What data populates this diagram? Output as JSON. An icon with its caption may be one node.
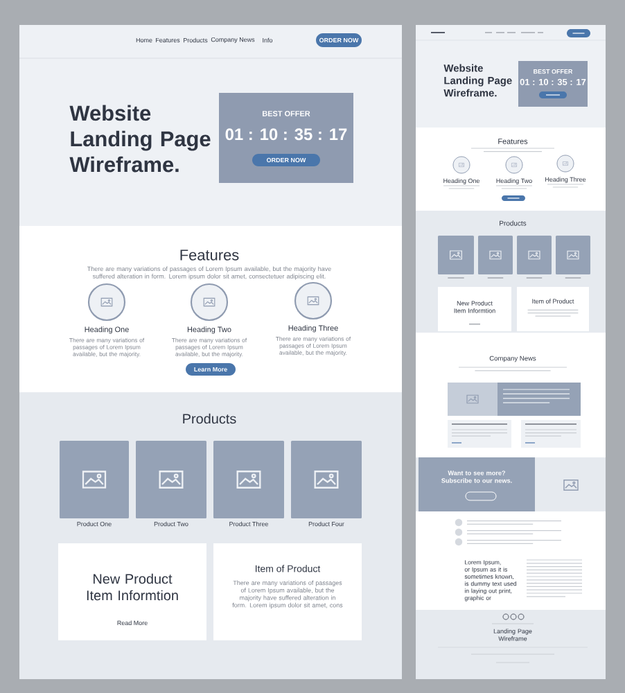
{
  "diagram": {
    "nodes": [
      {
        "text": [
          "ORDER NOW"
        ]
      },
      {
        "text": [
          "BEST OFFER",
          "01 : 10 : 35 : 17"
        ]
      },
      {
        "text": [
          "ORDER NOW"
        ],
        "in": 1
      },
      {
        "text": [],
        "shape": "circle",
        "beside": [
          "Heading One",
          "There are many variations of passages of Lorem Ipsum available, but the majority."
        ]
      },
      {
        "text": [],
        "shape": "circle",
        "beside": [
          "Heading Two",
          "There are many variations of passages of Lorem Ipsum available, but the majority."
        ]
      },
      {
        "text": [],
        "shape": "circle",
        "beside": [
          "Heading Three",
          "There are many variations of passages of Lorem Ipsum available, but the majority."
        ]
      },
      {
        "text": [
          "Learn More"
        ]
      },
      {
        "text": [],
        "shape": "picture",
        "beside": [
          "Product One"
        ]
      },
      {
        "text": [],
        "shape": "picture",
        "beside": [
          "Product Two"
        ]
      },
      {
        "text": [],
        "shape": "picture",
        "beside": [
          "Product Three"
        ]
      },
      {
        "text": [],
        "shape": "picture",
        "beside": [
          "Product Four"
        ]
      },
      {
        "text": [
          "New Product Item Informtion",
          "Read More"
        ]
      },
      {
        "text": [
          "Item of Product",
          "There are many variations of passages of Lorem Ipsum available, but the majority have suffered alteration in form. Lorem ipsum dolor sit amet, cons"
        ]
      },
      {
        "text": [],
        "shape": "box"
      },
      {
        "text": [
          "BEST OFFER",
          "01 : 10 : 35 : 17"
        ]
      },
      {
        "text": [],
        "shape": "box",
        "in": 14
      },
      {
        "text": [],
        "shape": "circle",
        "beside": [
          "Heading One"
        ]
      },
      {
        "text": [],
        "shape": "circle",
        "beside": [
          "Heading Two"
        ]
      },
      {
        "text": [],
        "shape": "circle",
        "beside": [
          "Heading Three"
        ]
      },
      {
        "text": [],
        "shape": "box"
      },
      {
        "text": [],
        "shape": "picture"
      },
      {
        "text": [],
        "shape": "picture"
      },
      {
        "text": [],
        "shape": "picture"
      },
      {
        "text": [],
        "shape": "picture"
      },
      {
        "text": [
          "New Product Item Informtion"
        ]
      },
      {
        "text": [
          "Item of Product"
        ]
      },
      {
        "text": [],
        "shape": "box"
      },
      {
        "text": [],
        "shape": "box"
      },
      {
        "text": [],
        "shape": "box"
      },
      {
        "text": [
          "Want to see more? Subscribe to our news."
        ]
      },
      {
        "text": [],
        "shape": "box",
        "in": 29
      }
    ],
    "labels": [
      "Home",
      "Features",
      "Products",
      "Company News",
      "Info",
      "Website Landing Page Wireframe.",
      "Features",
      "There are many variations of passages of Lorem Ipsum available, but the majority have suffered alteration in form. Lorem ipsum dolor sit amet, consectetuer adipiscing elit.",
      "Products",
      "Website Landing Page Wireframe.",
      "Features",
      "Products",
      "Company News",
      "Lorem Ipsum, or Ipsum as it is sometimes known, is dummy text used in laying out print, graphic or",
      "Landing Page Wireframe"
    ]
  }
}
